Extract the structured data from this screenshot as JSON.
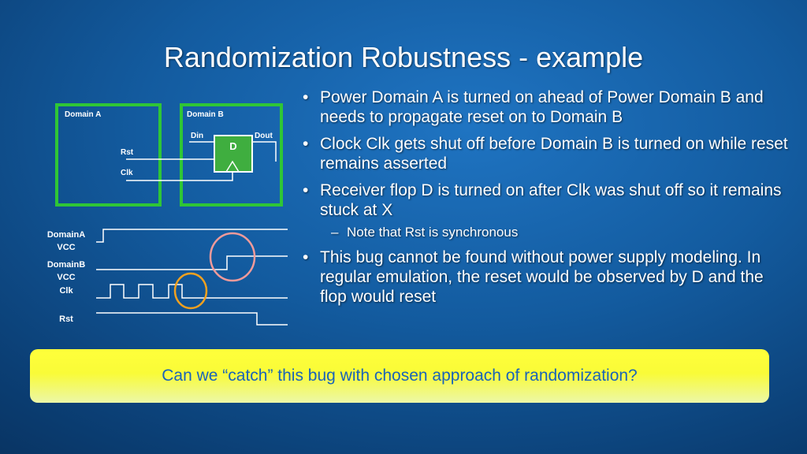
{
  "slide": {
    "title": "Randomization Robustness - example"
  },
  "diagram": {
    "domain_a_label": "Domain A",
    "domain_b_label": "Domain B",
    "rst_pin": "Rst",
    "clk_pin": "Clk",
    "din_label": "Din",
    "dout_label": "Dout",
    "flop_label": "D"
  },
  "timing": {
    "domaina_vcc_label_1": "DomainA",
    "domaina_vcc_label_2": "VCC",
    "domainb_vcc_label_1": "DomainB",
    "domainb_vcc_label_2": "VCC",
    "clk_label": "Clk",
    "rst_label": "Rst"
  },
  "bullets": {
    "b1": "Power Domain A is turned on ahead of Power Domain B and needs to propagate reset on to Domain B",
    "b2": "Clock Clk gets shut off before Domain B is turned on while reset remains asserted",
    "b3": "Receiver flop D is turned on after Clk was shut off so it remains stuck at X",
    "b3_sub": "Note that Rst is synchronous",
    "b4": "This bug cannot be found without power supply modeling. In regular emulation, the reset would be observed by D and the flop would reset",
    "bullet_char": "•",
    "sub_char": "–"
  },
  "callout": {
    "text": "Can we “catch” this bug with chosen approach of randomization?"
  },
  "colors": {
    "domain_box": "#2fc636",
    "flop_fill": "#3fae3f",
    "highlight_red": "#f09a9a",
    "highlight_orange": "#f2a11f",
    "callout_text": "#1a63b8"
  }
}
